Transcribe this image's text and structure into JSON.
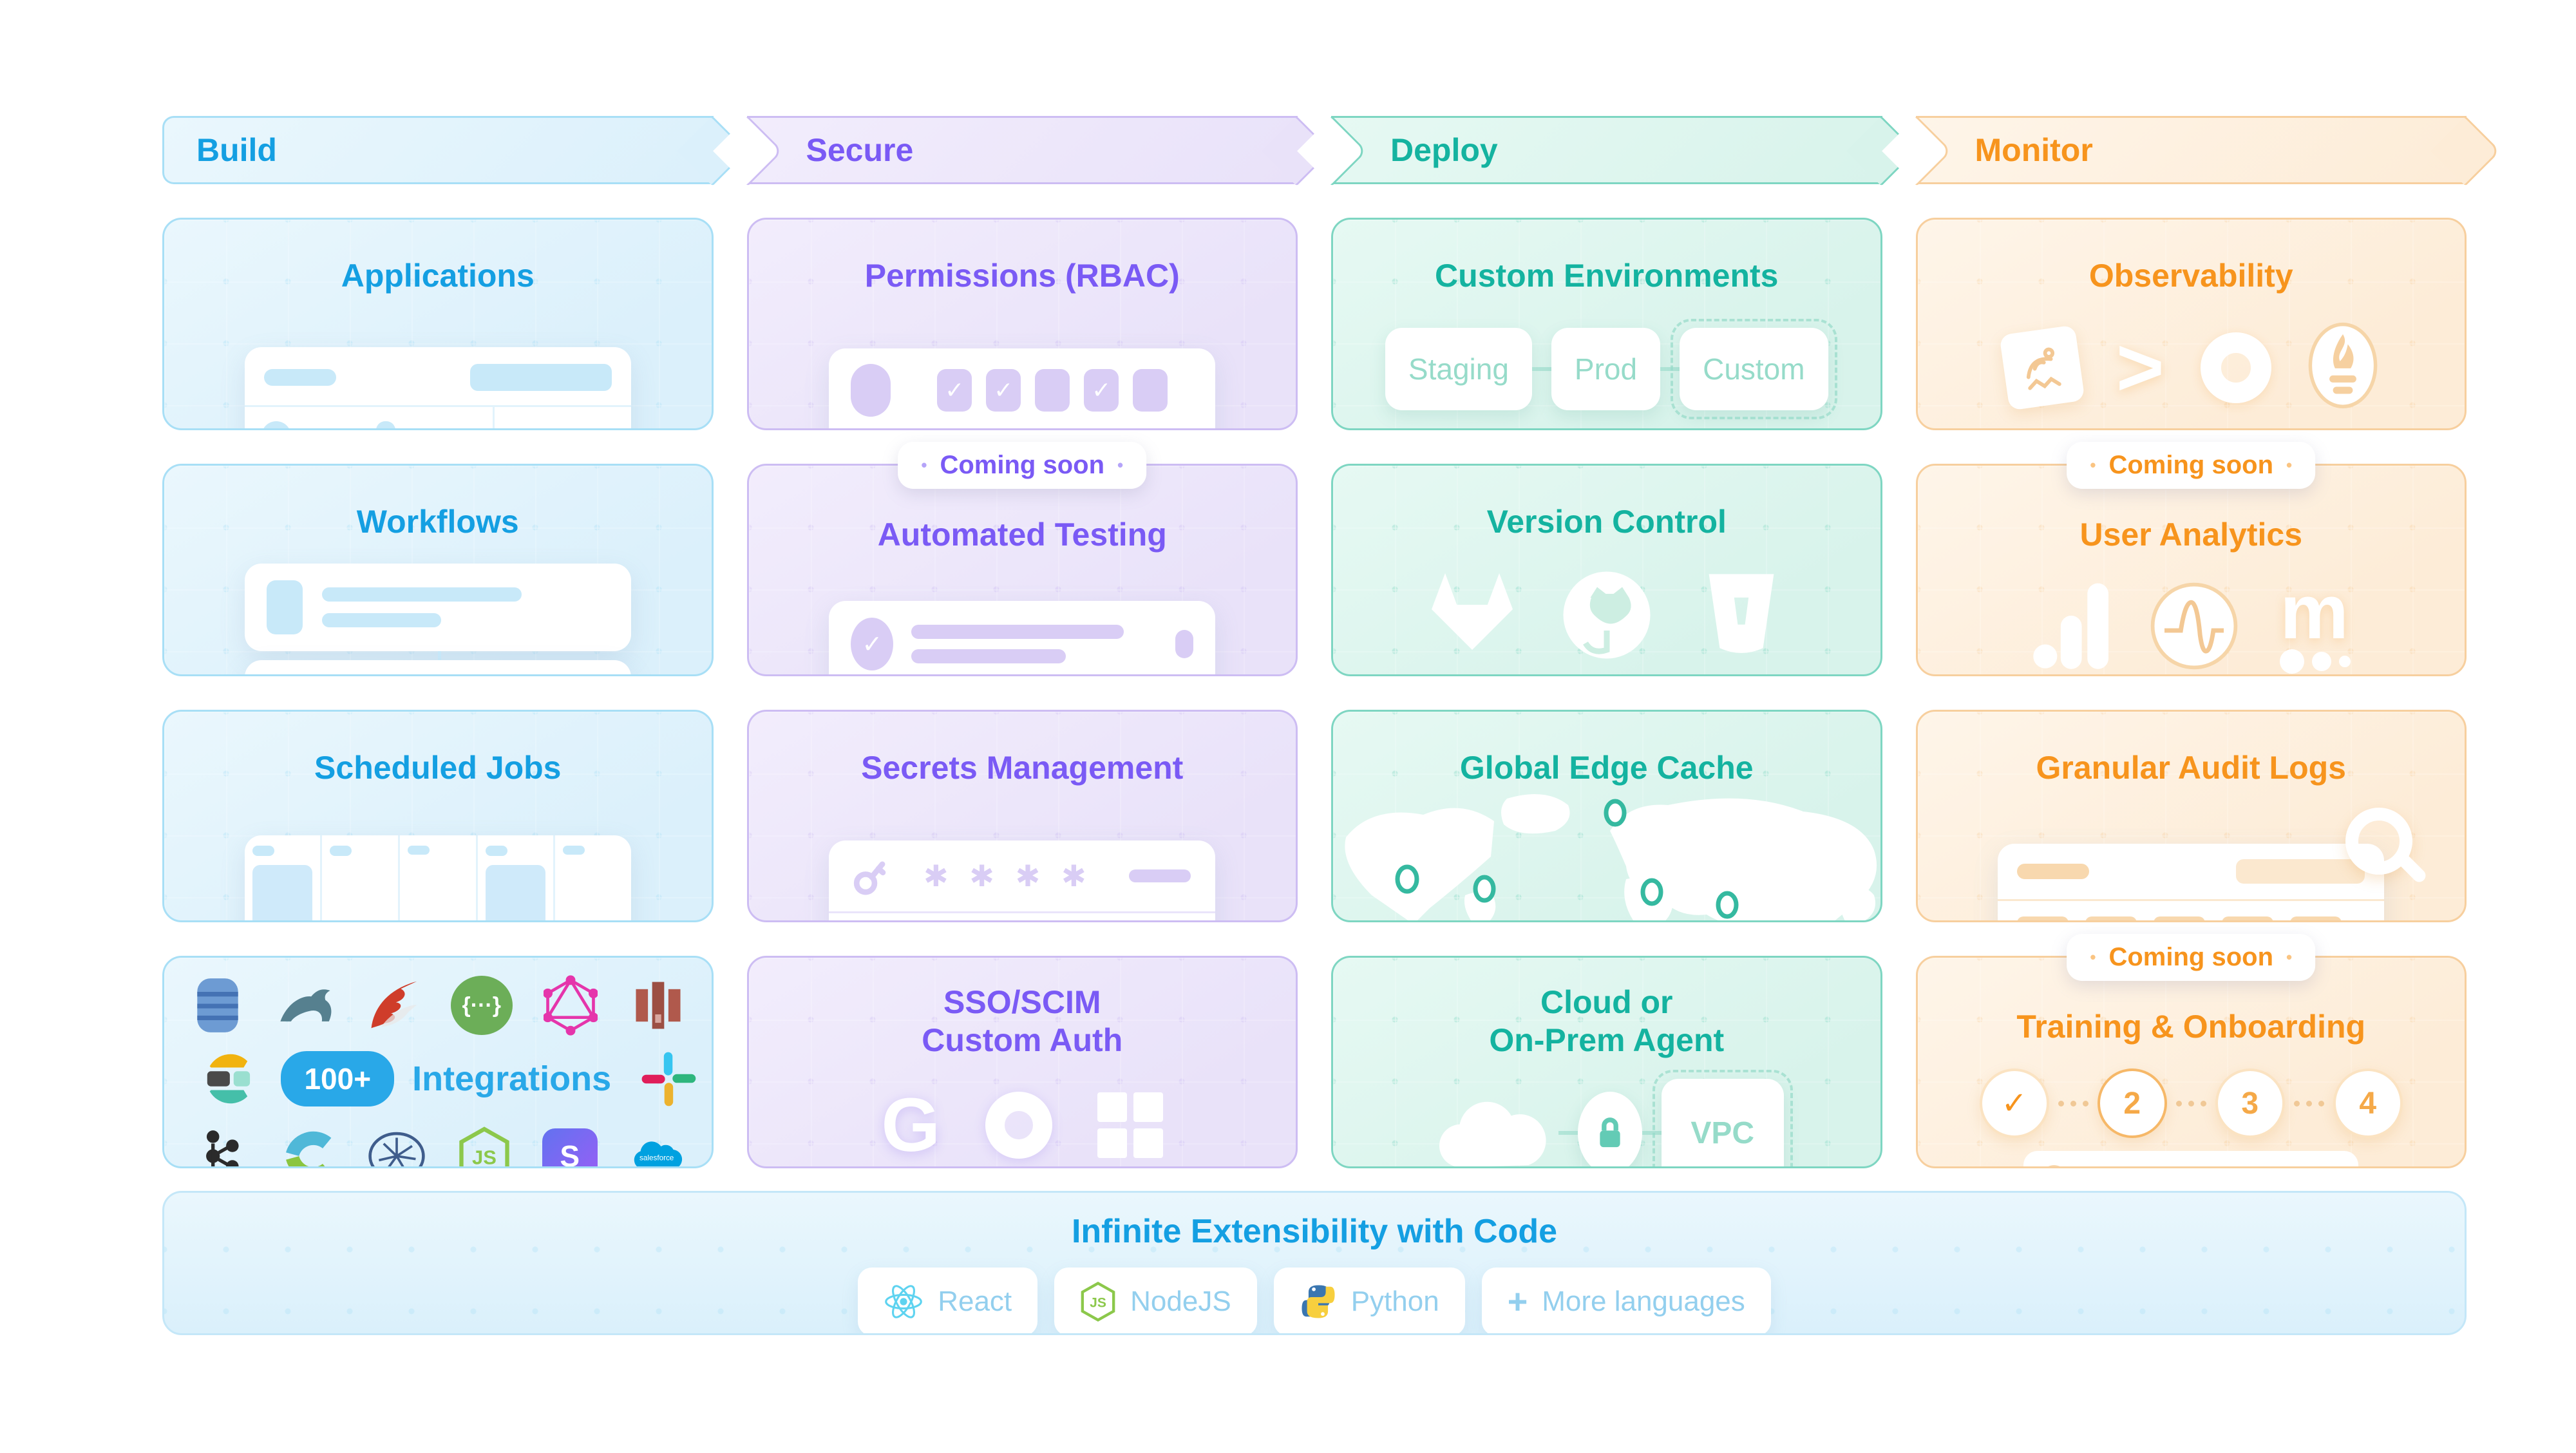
{
  "stages": [
    {
      "label": "Build",
      "accent": "#149fe2"
    },
    {
      "label": "Secure",
      "accent": "#7a5af5"
    },
    {
      "label": "Deploy",
      "accent": "#14b3a0"
    },
    {
      "label": "Monitor",
      "accent": "#f7941d"
    }
  ],
  "badge": {
    "dot": "•",
    "coming_soon": "Coming soon"
  },
  "build": {
    "applications": {
      "title": "Applications"
    },
    "workflows": {
      "title": "Workflows"
    },
    "scheduled_jobs": {
      "title": "Scheduled Jobs"
    },
    "integrations": {
      "count": "100+",
      "label": "Integrations",
      "rest_label": "{···}",
      "stripe_letter": "S",
      "nodejs_letters": "JS",
      "salesforce_label": "salesforce",
      "icon_names": [
        "mongodb",
        "dynamodb",
        "mysql",
        "sql-server",
        "rest-api",
        "graphql",
        "redshift",
        "google-cloud",
        "elasticsearch",
        "slack",
        "sync-arrows",
        "kafka",
        "couchbase",
        "starburst",
        "nodejs",
        "stripe",
        "salesforce",
        "koala"
      ]
    }
  },
  "secure": {
    "permissions": {
      "title": "Permissions (RBAC)",
      "check": "✓"
    },
    "automated_testing": {
      "title": "Automated Testing",
      "check": "✓"
    },
    "secrets": {
      "title": "Secrets Management",
      "mask": "✱ ✱ ✱ ✱"
    },
    "sso": {
      "line1": "SSO/SCIM",
      "line2": "Custom Auth",
      "google_letter": "G"
    }
  },
  "deploy": {
    "custom_envs": {
      "title": "Custom Environments",
      "chips": [
        "Staging",
        "Prod",
        "Custom"
      ]
    },
    "version_control": {
      "title": "Version Control"
    },
    "edge_cache": {
      "title": "Global Edge Cache"
    },
    "agent": {
      "line1": "Cloud or",
      "line2": "On-Prem Agent",
      "vpc": "VPC"
    }
  },
  "monitor": {
    "observability": {
      "title": "Observability",
      "splunk_glyph": ">"
    },
    "user_analytics": {
      "title": "User Analytics",
      "mixpanel_letter": "m"
    },
    "audit_logs": {
      "title": "Granular Audit Logs"
    },
    "training": {
      "title": "Training & Onboarding",
      "steps": [
        "✓",
        "2",
        "3",
        "4"
      ]
    }
  },
  "banner": {
    "title": "Infinite Extensibility with Code",
    "chips": [
      {
        "label": "React"
      },
      {
        "label": "NodeJS",
        "letters": "JS"
      },
      {
        "label": "Python"
      },
      {
        "label": "More languages",
        "prefix": "+"
      }
    ]
  }
}
